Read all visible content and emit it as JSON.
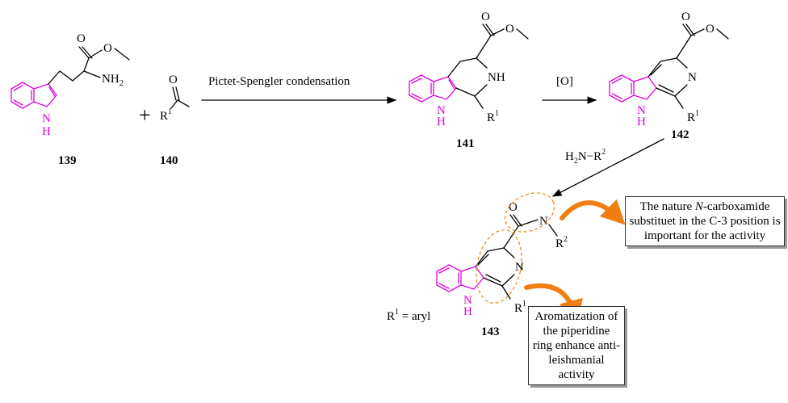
{
  "compounds": {
    "c139": {
      "label": "139",
      "o": "O",
      "nh2": "NH",
      "nh2_sub": "2",
      "indole_n": "N",
      "indole_h": "H"
    },
    "c140": {
      "label": "140",
      "o": "O",
      "r": "R",
      "r_sup": "1"
    },
    "c141": {
      "label": "141",
      "o": "O",
      "nh": "NH",
      "indole_n": "N",
      "indole_h": "H",
      "r": "R",
      "r_sup": "1"
    },
    "c142": {
      "label": "142",
      "o": "O",
      "n": "N",
      "indole_n": "N",
      "indole_h": "H",
      "r": "R",
      "r_sup": "1"
    },
    "c143": {
      "label": "143",
      "o": "O",
      "amide_n": "N",
      "r2": "R",
      "r2_sup": "2",
      "n": "N",
      "indole_n": "N",
      "indole_h": "H",
      "r": "R",
      "r_sup": "1"
    }
  },
  "plus_sign": "+",
  "conditions": {
    "step1": "Pictet-Spengler condensation",
    "step2": "[O]",
    "step3_prefix": "H",
    "step3_sub": "2",
    "step3_mid": "N−R",
    "step3_sup": "2"
  },
  "r1_definition": {
    "prefix": "R",
    "sup": "1",
    "suffix": " = aryl"
  },
  "notes": {
    "carboxamide": [
      "The nature ",
      "N",
      "-carboxamide substituet in the C-3 position is important for the activity"
    ],
    "aromatization": "Aromatization of the piperidine ring enhance anti-leishmanial activity"
  },
  "colors": {
    "indole": "#e000e0",
    "highlight": "#f08a1c",
    "ink": "#000000"
  }
}
